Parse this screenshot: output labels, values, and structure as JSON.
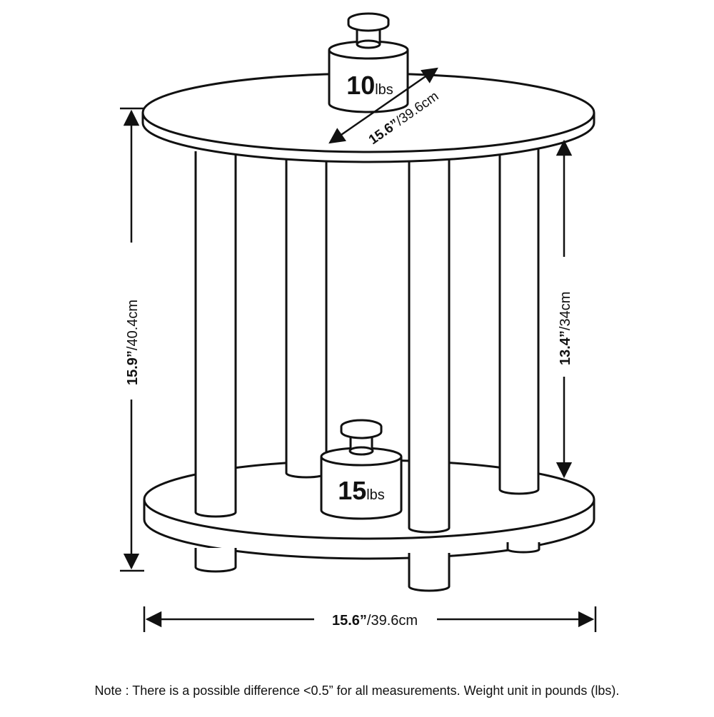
{
  "weights": {
    "top": {
      "number": "10",
      "unit": "lbs"
    },
    "bottom": {
      "number": "15",
      "unit": "lbs"
    }
  },
  "dimensions": {
    "top_diameter": {
      "imperial": "15.6”",
      "metric": "/39.6cm"
    },
    "total_height": {
      "imperial": "15.9”",
      "metric": "/40.4cm"
    },
    "shelf_clearance": {
      "imperial": "13.4”",
      "metric": "/34cm"
    },
    "base_width": {
      "imperial": "15.6”",
      "metric": "/39.6cm"
    }
  },
  "note": "Note : There is a possible difference <0.5” for all measurements. Weight unit in pounds (lbs).",
  "colors": {
    "line": "#111111",
    "fill": "#ffffff"
  }
}
